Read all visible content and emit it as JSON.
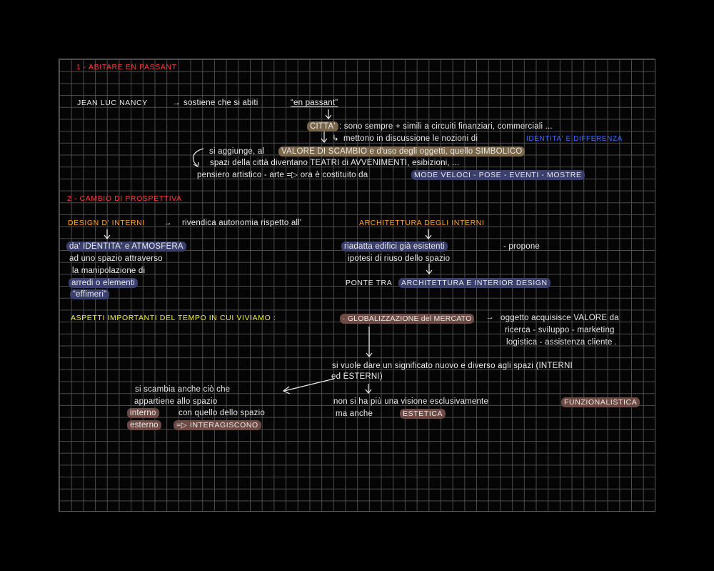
{
  "section1": {
    "heading": "1 - ABITARE EN PASSANT",
    "line1_a": "JEAN LUC NANCY",
    "line1_arrow": "→",
    "line1_b": "sostiene che si abiti",
    "line1_c": "“en passant”",
    "citta": "CITTA'",
    "citta_rest": ": sono sempre + simili a circuiti finanziari, commerciali ...",
    "sub_arrow": "↳",
    "sub_text": "mettono in discussione le nozioni di",
    "identity": "IDENTITA' E DIFFERENZA",
    "add_a": "si aggiunge, al",
    "add_b": "VALORE DI SCAMBIO e d'uso degli oggetti, quello SIMBOLICO",
    "spaces": "spazi della città diventano TEATRI di AVVENIMENTI, esibizioni, ...",
    "thought_a": "pensiero artistico - arte =▷ ora è costituito da",
    "thought_b": "MODE VELOCI - POSE - EVENTI - MOSTRE"
  },
  "section2": {
    "heading": "2 - CAMBIO DI PROSPETTIVA",
    "design": "DESIGN D' INTERNI",
    "arrow": "→",
    "claim": "rivendica autonomia rispetto all'",
    "arch_interior": "ARCHITETTURA DEGLI INTERNI",
    "left1": "da' IDENTITA' e ATMOSFERA",
    "left2": "ad uno spazio attraverso",
    "left3": "la manipolazione di",
    "left4": "arredi o elementi",
    "left5": "“effimeri”",
    "right1a": "riadatta edifici già esistenti",
    "right1b": "- propone",
    "right2": "ipotesi di riuso dello spazio",
    "bridge_a": "PONTE tra",
    "bridge_b": "ARCHITETTURA e INTERIOR DESIGN"
  },
  "section3": {
    "heading": "ASPETTI IMPORTANTI DEL TEMPO IN CUI VIVIAMO :",
    "globalization": "· GLOBALIZZAZIONE del MERCATO",
    "arrow": "→",
    "object1": "oggetto acquisisce VALORE da",
    "object2": "ricerca - sviluppo - marketing",
    "object3": "logistica - assistenza cliente .",
    "meaning1": "si vuole dare un significato nuovo e diverso agli spazi (INTERNI",
    "meaning2": "ed ESTERNI)",
    "vision1a": "non si ha più una visione esclusivamente",
    "vision1b": "FUNZIONALISTICA",
    "vision2a": "ma anche",
    "vision2b": "ESTETICA",
    "exch1": "si scambia anche ciò che",
    "exch2": "appartiene allo spazio",
    "exch3a": "interno",
    "exch3b": "con quello dello spazio",
    "exch4a": "esterno",
    "exch4b": "=▷ INTERAGISCONO"
  }
}
